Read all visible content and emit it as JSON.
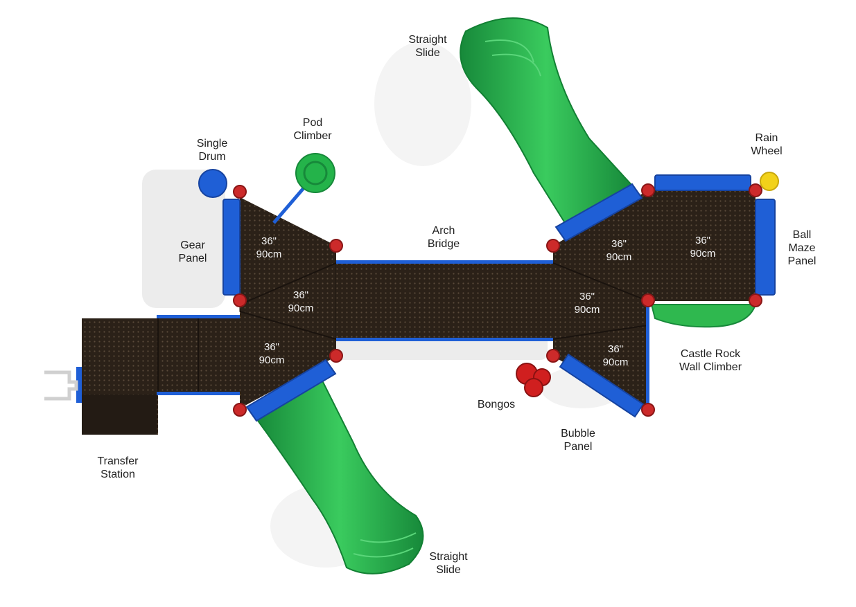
{
  "colors": {
    "deck": "#2b2118",
    "deck_dot": "#5a4a3a",
    "panel_blue": "#1f5fd6",
    "panel_blue_dark": "#1643a0",
    "slide_green": "#24b34a",
    "slide_green_dark": "#17893a",
    "post_red": "#cc2a2a",
    "rain_yellow": "#f2d21a",
    "drum_blue": "#1f5fd6",
    "shadow": "#e6e6e6"
  },
  "labels": {
    "straight_slide_top": [
      "Straight",
      "Slide"
    ],
    "pod_climber": [
      "Pod",
      "Climber"
    ],
    "single_drum": [
      "Single",
      "Drum"
    ],
    "rain_wheel": [
      "Rain",
      "Wheel"
    ],
    "gear_panel": [
      "Gear",
      "Panel"
    ],
    "arch_bridge": [
      "Arch",
      "Bridge"
    ],
    "ball_maze_panel": [
      "Ball",
      "Maze",
      "Panel"
    ],
    "castle_rock_wall_climber": [
      "Castle Rock",
      "Wall Climber"
    ],
    "bongos": [
      "Bongos"
    ],
    "bubble_panel": [
      "Bubble",
      "Panel"
    ],
    "transfer_station": [
      "Transfer",
      "Station"
    ],
    "straight_slide_bottom": [
      "Straight",
      "Slide"
    ]
  },
  "deck_heights": [
    [
      "36\"",
      "90cm"
    ],
    [
      "36\"",
      "90cm"
    ],
    [
      "36\"",
      "90cm"
    ],
    [
      "36\"",
      "90cm"
    ],
    [
      "36\"",
      "90cm"
    ],
    [
      "36\"",
      "90cm"
    ],
    [
      "36\"",
      "90cm"
    ]
  ]
}
